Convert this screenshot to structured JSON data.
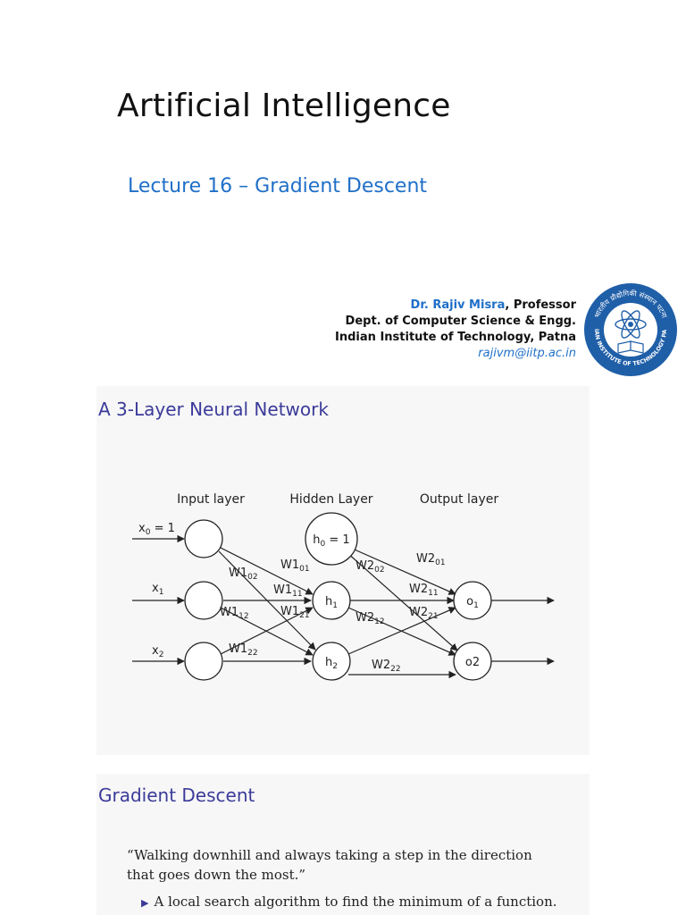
{
  "title_slide": {
    "title": "Artificial Intelligence",
    "subtitle": "Lecture 16 – Gradient Descent",
    "author_name": "Dr. Rajiv Misra",
    "author_role": ", Professor",
    "department": "Dept. of Computer Science & Engg.",
    "institute": "Indian Institute of Technology, Patna",
    "email": "rajivm@iitp.ac.in",
    "logo": {
      "icon": "iitp-emblem-icon",
      "hindi_text": "भारतीय प्रौद्योगिकी संस्थान पटना",
      "english_text": "INDIAN INSTITUTE OF TECHNOLOGY PATNA",
      "colors": {
        "ring": "#1f5fa8",
        "inner": "#ffffff"
      }
    }
  },
  "nn_slide": {
    "heading": "A 3-Layer Neural Network",
    "layer_labels": {
      "input": "Input layer",
      "hidden": "Hidden Layer",
      "output": "Output layer"
    },
    "inputs": [
      {
        "base": "x",
        "sub": "0",
        "suffix": " = 1"
      },
      {
        "base": "x",
        "sub": "1",
        "suffix": ""
      },
      {
        "base": "x",
        "sub": "2",
        "suffix": ""
      }
    ],
    "hidden_nodes": [
      {
        "base": "h",
        "sub": "0",
        "suffix": " = 1"
      },
      {
        "base": "h",
        "sub": "1",
        "suffix": ""
      },
      {
        "base": "h",
        "sub": "2",
        "suffix": ""
      }
    ],
    "output_nodes": [
      {
        "base": "o",
        "sub": "1",
        "suffix": ""
      },
      {
        "base": "o2",
        "sub": "",
        "suffix": ""
      }
    ],
    "weights": [
      {
        "base": "W1",
        "sub": "02"
      },
      {
        "base": "W1",
        "sub": "01"
      },
      {
        "base": "W1",
        "sub": "11"
      },
      {
        "base": "W1",
        "sub": "12"
      },
      {
        "base": "W1",
        "sub": "21"
      },
      {
        "base": "W1",
        "sub": "22"
      },
      {
        "base": "W2",
        "sub": "02"
      },
      {
        "base": "W2",
        "sub": "01"
      },
      {
        "base": "W2",
        "sub": "11"
      },
      {
        "base": "W2",
        "sub": "21"
      },
      {
        "base": "W2",
        "sub": "12"
      },
      {
        "base": "W2",
        "sub": "22"
      }
    ]
  },
  "gd_slide": {
    "heading": "Gradient Descent",
    "quote": "“Walking downhill and always taking a step in the direction that goes down the most.”",
    "bullets": [
      "A local search algorithm to find the minimum of a function."
    ],
    "bullet_marker_icon": "triangle-right-icon"
  }
}
